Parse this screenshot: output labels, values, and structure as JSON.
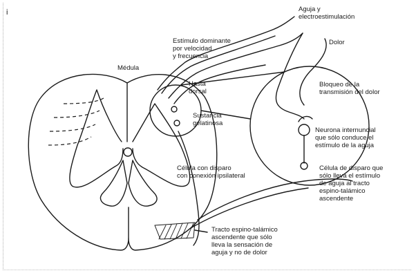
{
  "figure_marker": "i",
  "labels": {
    "medula": "Médula",
    "estimulo": "Estímulo dominante\npor velocidad\ny frecuencia",
    "aguja": "Aguja y\nelectroestimulación",
    "dolor": "Dolor",
    "hasta": "Hasta\ndorsal",
    "sustancia": "Sustancia\ngelatinosa",
    "bloqueo": "Bloqueo de la\ntransmisión del dolor",
    "neurona": "Neurona internuncial\nque sólo conduce el\nestímulo de la aguja",
    "celula_ipsi": "Célula con disparo\ncon conexión ipsilateral",
    "celula_disparo": "Célula de disparo que\nsólo lleva el estímulo\nde aguja al tracto\nespino-talámico\nascendente",
    "tracto": "Tracto espino-talámico\nascendente que sólo\nlleva la sensación de\naguja y no de dolor"
  },
  "colors": {
    "ink": "#1a1a1a",
    "frame": "#b0b0b0"
  }
}
